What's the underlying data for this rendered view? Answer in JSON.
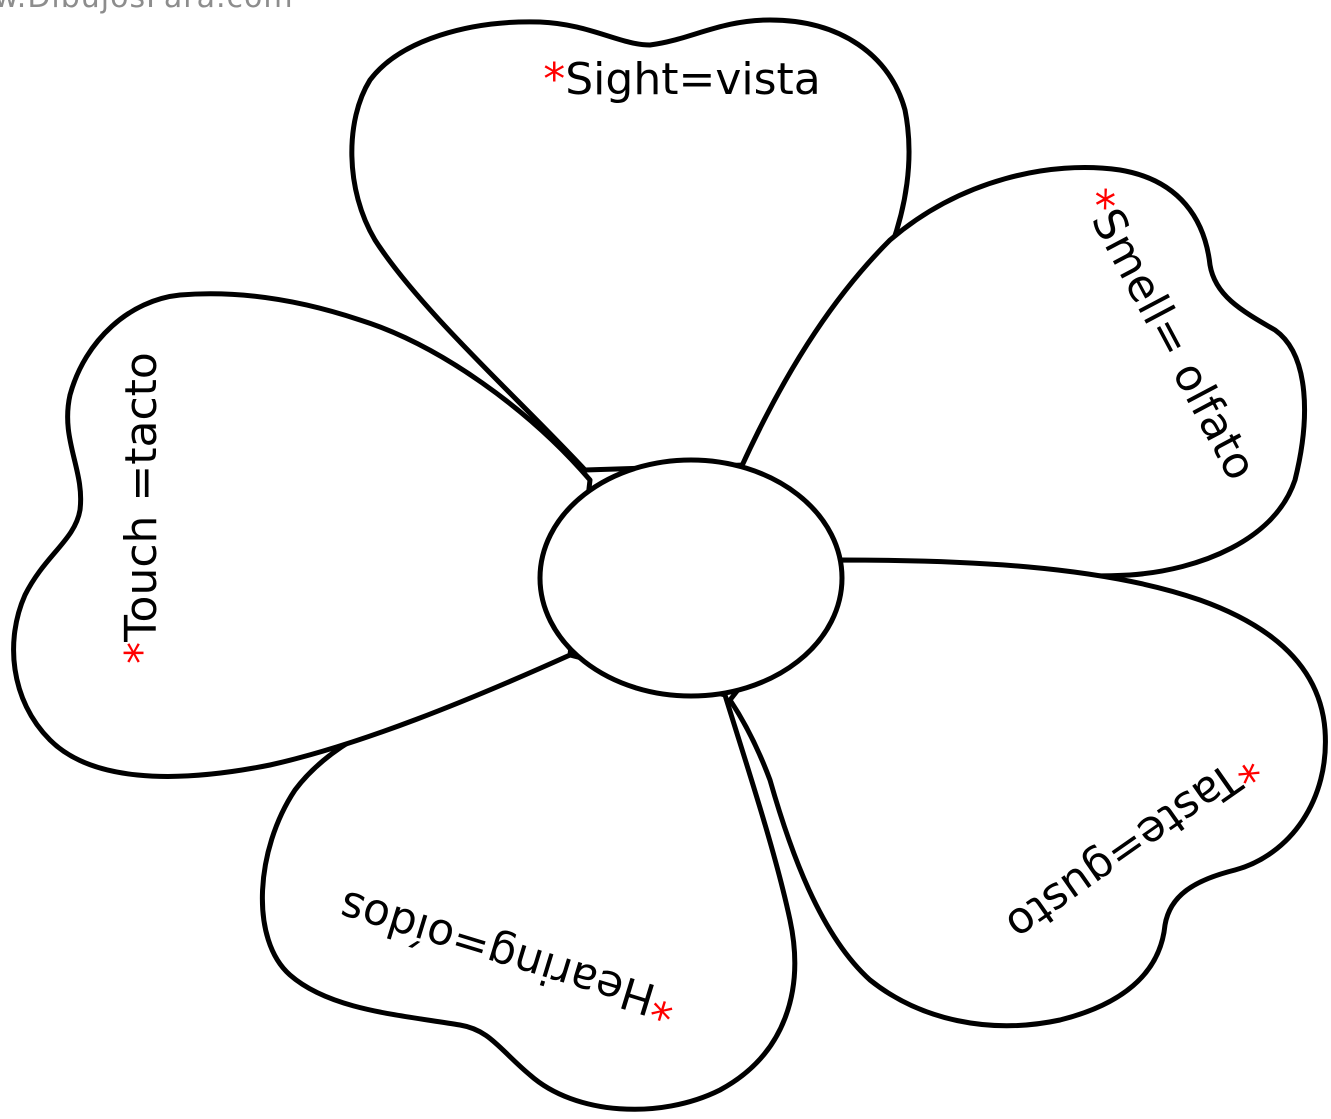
{
  "watermark": "w.DibujosPara.com",
  "marker": "*",
  "marker_color": "#ff0000",
  "outline_color": "#000000",
  "petals": {
    "sight": "Sight=vista",
    "smell": "Smell= olfato",
    "taste": "Taste=gusto",
    "hearing": "Hearing=oídos",
    "touch": "Touch =tacto"
  }
}
